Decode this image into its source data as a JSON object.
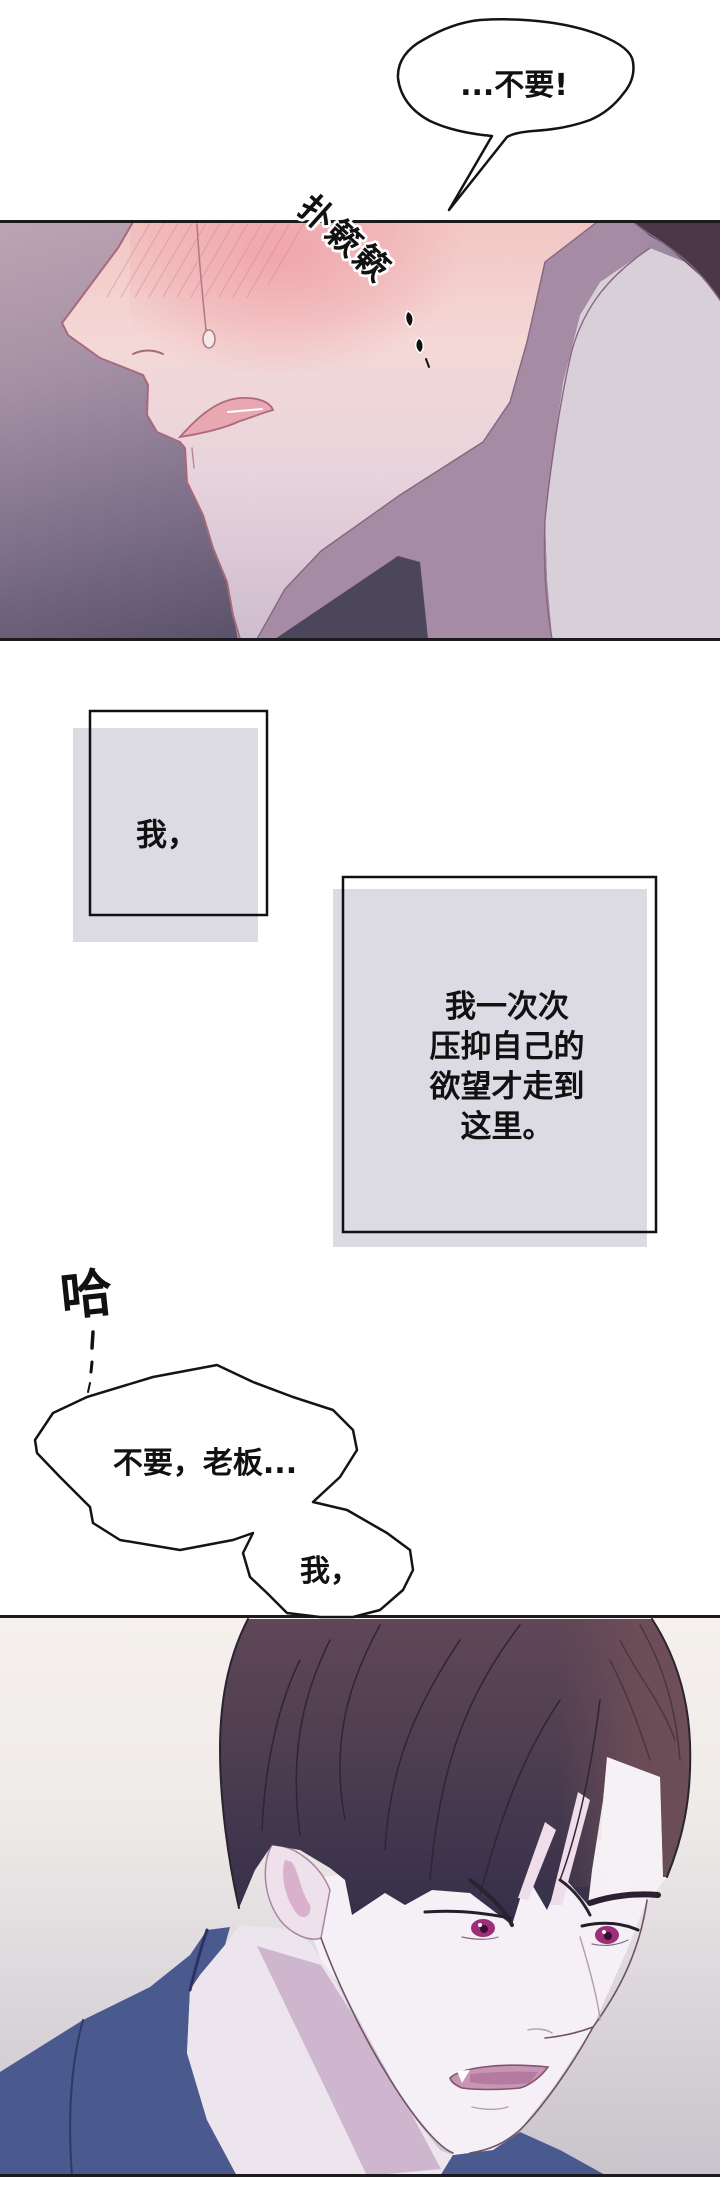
{
  "speech_bubbles": {
    "top": {
      "text": "...不要!"
    },
    "bottom_main": {
      "text": "不要，老板..."
    },
    "bottom_small": {
      "text": "我，"
    }
  },
  "sound_effects": {
    "rustle": "扑簌簌",
    "gasp": "哈"
  },
  "captions": {
    "small": {
      "text": "我，"
    },
    "large": {
      "lines": [
        "我一次次",
        "压抑自己的",
        "欲望才走到",
        "这里。"
      ]
    }
  },
  "palette": {
    "bubble_fill": "#ffffff",
    "caption_fill": "#dcdbe3",
    "panel_border": "#1c1a1e",
    "p1_neck_shadow": "#a58ba3",
    "p1_shoulder": "#d8cfd9",
    "p1_hair": "#4a3848",
    "p1_collar": "#4b4659",
    "p1_lips": "#e8a8b1",
    "p1_tear": "#f7e7e8",
    "p2_shirt": "#4a5a8e",
    "p2_neck": "#ece5ee",
    "p2_neck_shadow": "#cfb6cf",
    "p2_face": "#f5f0f5",
    "p2_ear": "#efe1ec",
    "p2_ear_inner": "#d9b1cc",
    "p2_forehead": "#f6f1f5",
    "p2_skin_gap": "#efdde9",
    "p2_eye": "#9c2f78",
    "p2_mouth": "#c995b5",
    "p2_mouth_inner": "#b47a9f"
  }
}
